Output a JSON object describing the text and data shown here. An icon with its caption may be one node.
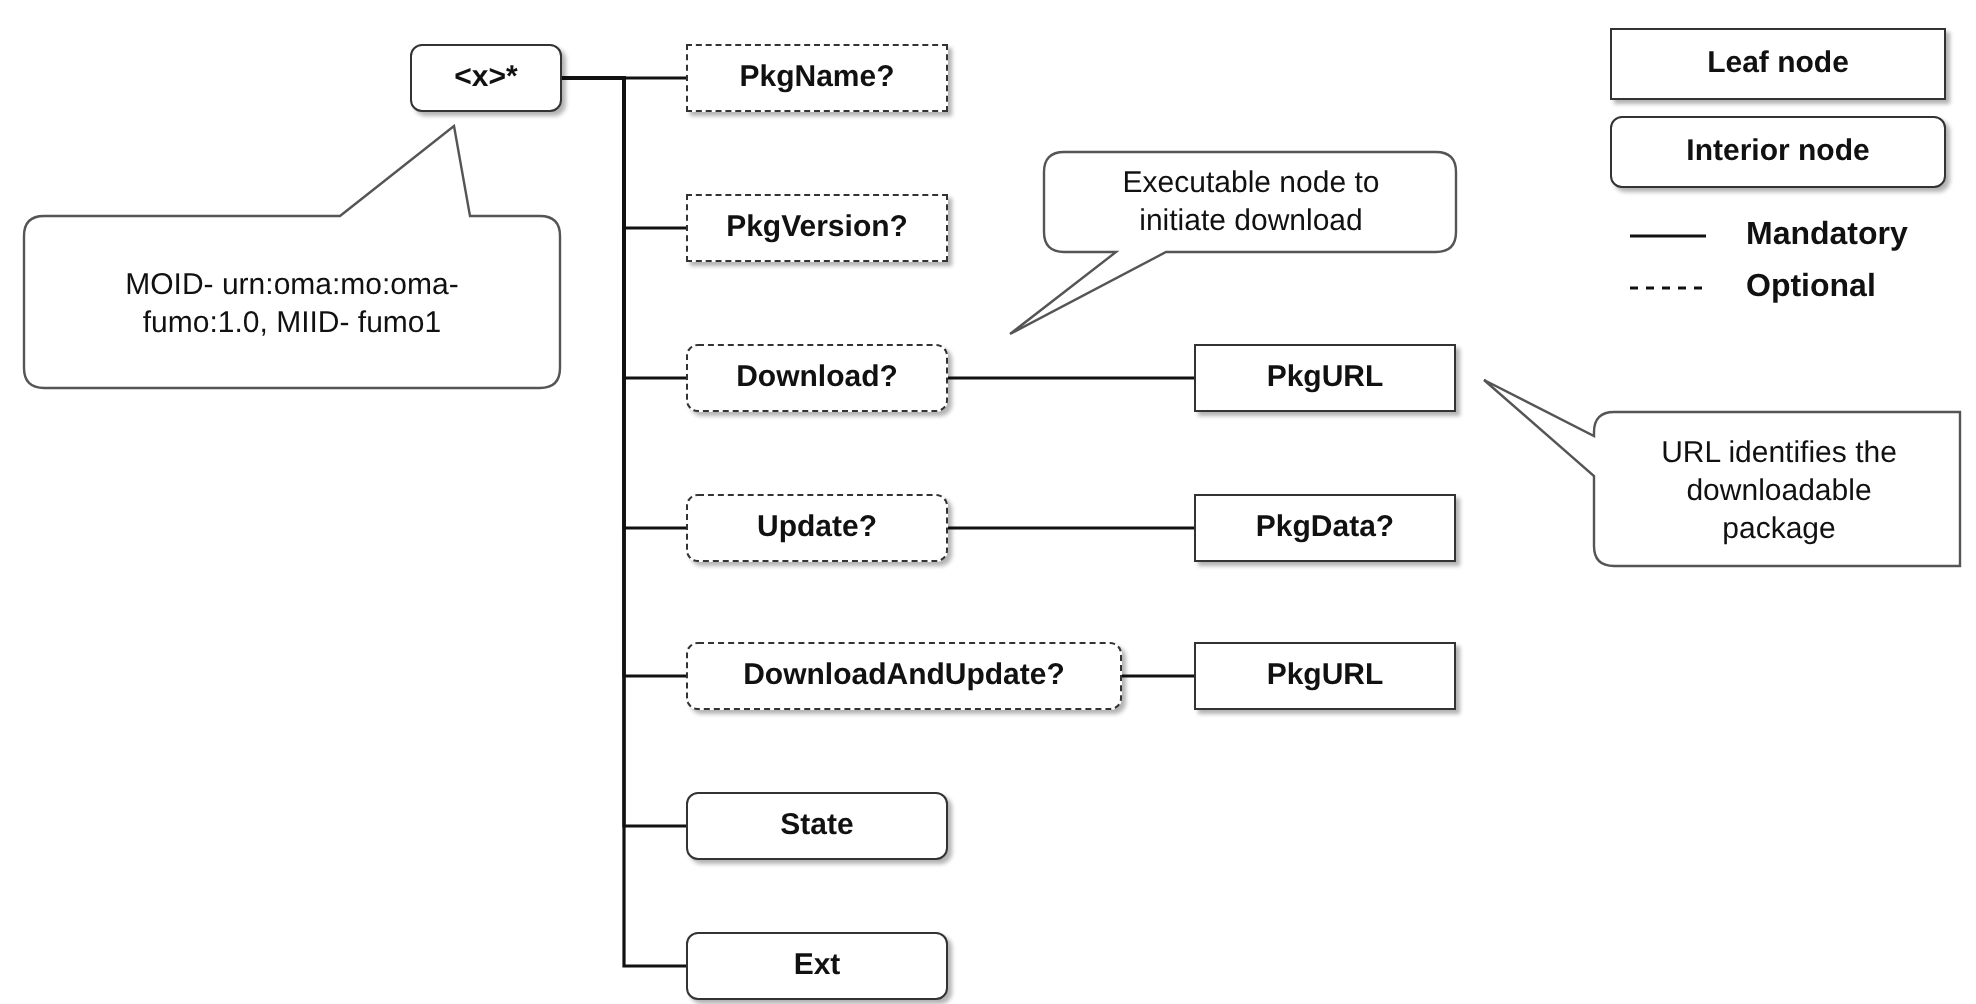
{
  "diagram": {
    "nodes": [
      {
        "text": [
          "<x>*"
        ]
      },
      {
        "text": [
          "PkgName?"
        ]
      },
      {
        "text": [
          "PkgVersion?"
        ]
      },
      {
        "text": [
          "Download?"
        ]
      },
      {
        "text": [
          "PkgURL"
        ]
      },
      {
        "text": [
          "Update?"
        ]
      },
      {
        "text": [
          "PkgData?"
        ]
      },
      {
        "text": [
          "DownloadAndUpdate?"
        ]
      },
      {
        "text": [
          "PkgURL"
        ]
      },
      {
        "text": [
          "State"
        ]
      },
      {
        "text": [
          "Ext"
        ]
      },
      {
        "text": [
          "MOID- urn:oma:mo:oma-fumo:1.0, MIID- fumo1"
        ]
      },
      {
        "text": [
          "Executable node to initiate download"
        ]
      },
      {
        "text": [
          "URL identifies the downloadable package"
        ]
      },
      {
        "text": [
          "Leaf node"
        ]
      },
      {
        "text": [
          "Interior node"
        ]
      }
    ],
    "edges": [
      {
        "from": 0,
        "to": 1,
        "arrow": "none"
      },
      {
        "from": 0,
        "to": 2,
        "arrow": "none"
      },
      {
        "from": 0,
        "to": 3,
        "arrow": "none"
      },
      {
        "from": 0,
        "to": 5,
        "arrow": "none"
      },
      {
        "from": 0,
        "to": 7,
        "arrow": "none"
      },
      {
        "from": 0,
        "to": 9,
        "arrow": "none"
      },
      {
        "from": 0,
        "to": 10,
        "arrow": "none"
      },
      {
        "from": 3,
        "to": 4,
        "arrow": "none"
      },
      {
        "from": 5,
        "to": 6,
        "arrow": "none"
      },
      {
        "from": 7,
        "to": 8,
        "arrow": "none"
      }
    ],
    "legend": [
      {
        "text": "Mandatory"
      },
      {
        "text": "Optional"
      }
    ]
  }
}
